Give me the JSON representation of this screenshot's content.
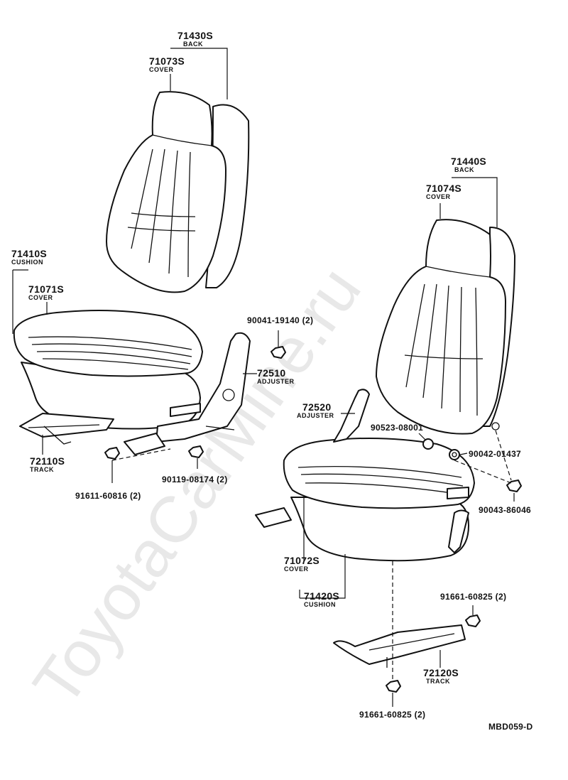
{
  "watermark": "ToyotaCarMine.ru",
  "drawing_code": "MBD059-D",
  "callouts": {
    "back_left": {
      "number": "71430S",
      "name": "BACK"
    },
    "cover_back_left": {
      "number": "71073S",
      "name": "COVER"
    },
    "cushion_left": {
      "number": "71410S",
      "name": "CUSHION"
    },
    "cover_cushion_left": {
      "number": "71071S",
      "name": "COVER"
    },
    "adjuster_left": {
      "number": "72510",
      "name": "ADJUSTER"
    },
    "track_left": {
      "number": "72110S",
      "name": "TRACK"
    },
    "back_right": {
      "number": "71440S",
      "name": "BACK"
    },
    "cover_back_right": {
      "number": "71074S",
      "name": "COVER"
    },
    "adjuster_right": {
      "number": "72520",
      "name": "ADJUSTER"
    },
    "cover_cushion_right": {
      "number": "71072S",
      "name": "COVER"
    },
    "cushion_right": {
      "number": "71420S",
      "name": "CUSHION"
    },
    "track_right": {
      "number": "72120S",
      "name": "TRACK"
    }
  },
  "fasteners": {
    "bolt_adjuster_left": "90041-19140 (2)",
    "bolt_track_left_rear": "90119-08174 (2)",
    "bolt_track_left_front": "91611-60816 (2)",
    "nut_right_a": "90523-08001",
    "washer_right": "90042-01437",
    "nut_right_b": "90043-86046",
    "bolt_track_right_top": "91661-60825 (2)",
    "bolt_track_right_bottom": "91661-60825 (2)"
  }
}
